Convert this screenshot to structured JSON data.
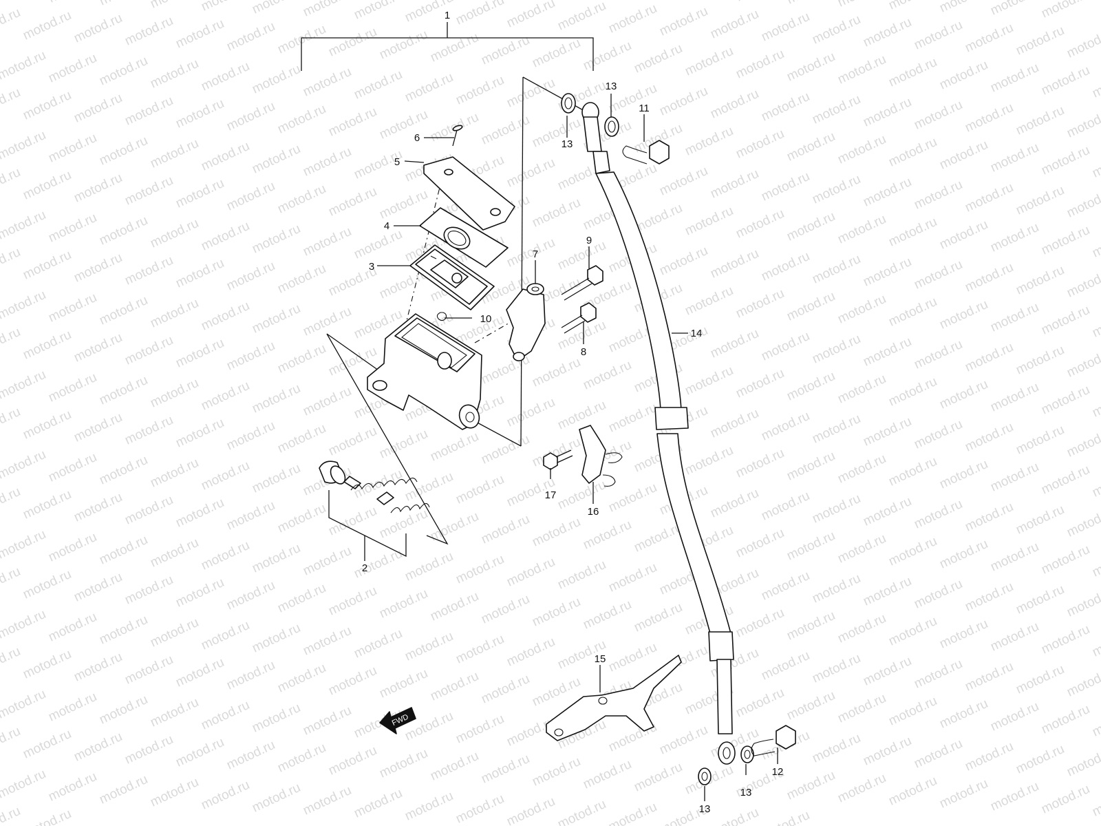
{
  "watermark": {
    "text": "motod.ru"
  },
  "callouts": {
    "p1": "1",
    "p2": "2",
    "p3": "3",
    "p4": "4",
    "p5": "5",
    "p6": "6",
    "p7": "7",
    "p8": "8",
    "p9": "9",
    "p10": "10",
    "p11": "11",
    "p12": "12",
    "p13a": "13",
    "p13b": "13",
    "p13c": "13",
    "p13d": "13",
    "p14": "14",
    "p15": "15",
    "p16": "16",
    "p17": "17"
  },
  "fwd_arrow": {
    "label": "FWD"
  }
}
